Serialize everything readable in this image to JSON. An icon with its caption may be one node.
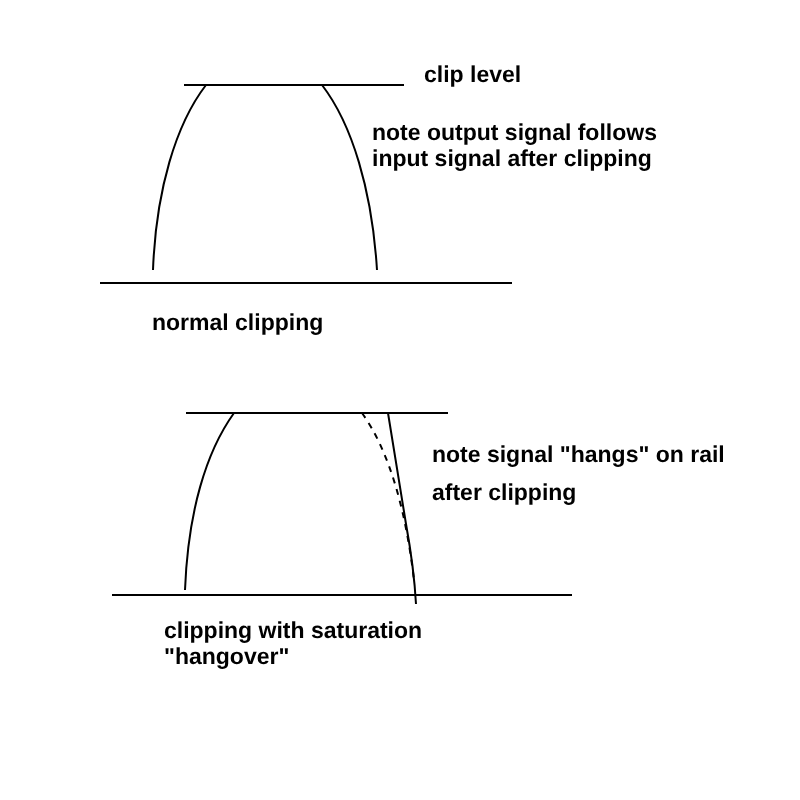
{
  "diagram": {
    "labels": [
      "clip level",
      "note output signal follows input signal after clipping",
      "normal clipping",
      "note signal \"hangs\" on rail",
      "after clipping",
      "clipping with saturation \"hangover\""
    ]
  }
}
